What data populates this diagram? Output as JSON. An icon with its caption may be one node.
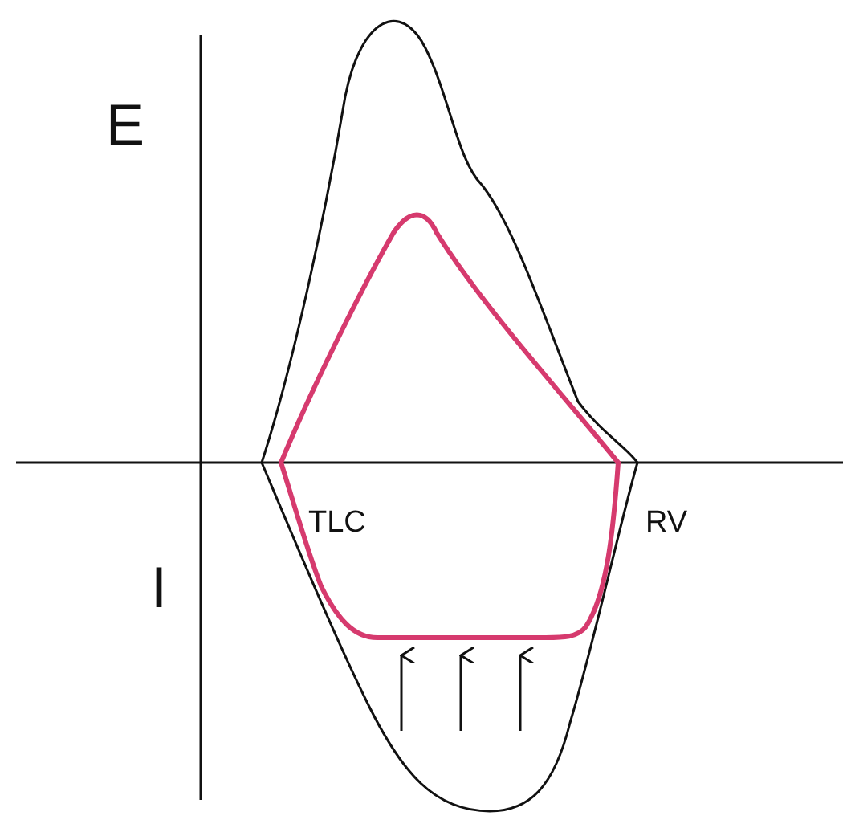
{
  "diagram": {
    "labels": [
      "E",
      "I",
      "TLC",
      "RV"
    ]
  }
}
